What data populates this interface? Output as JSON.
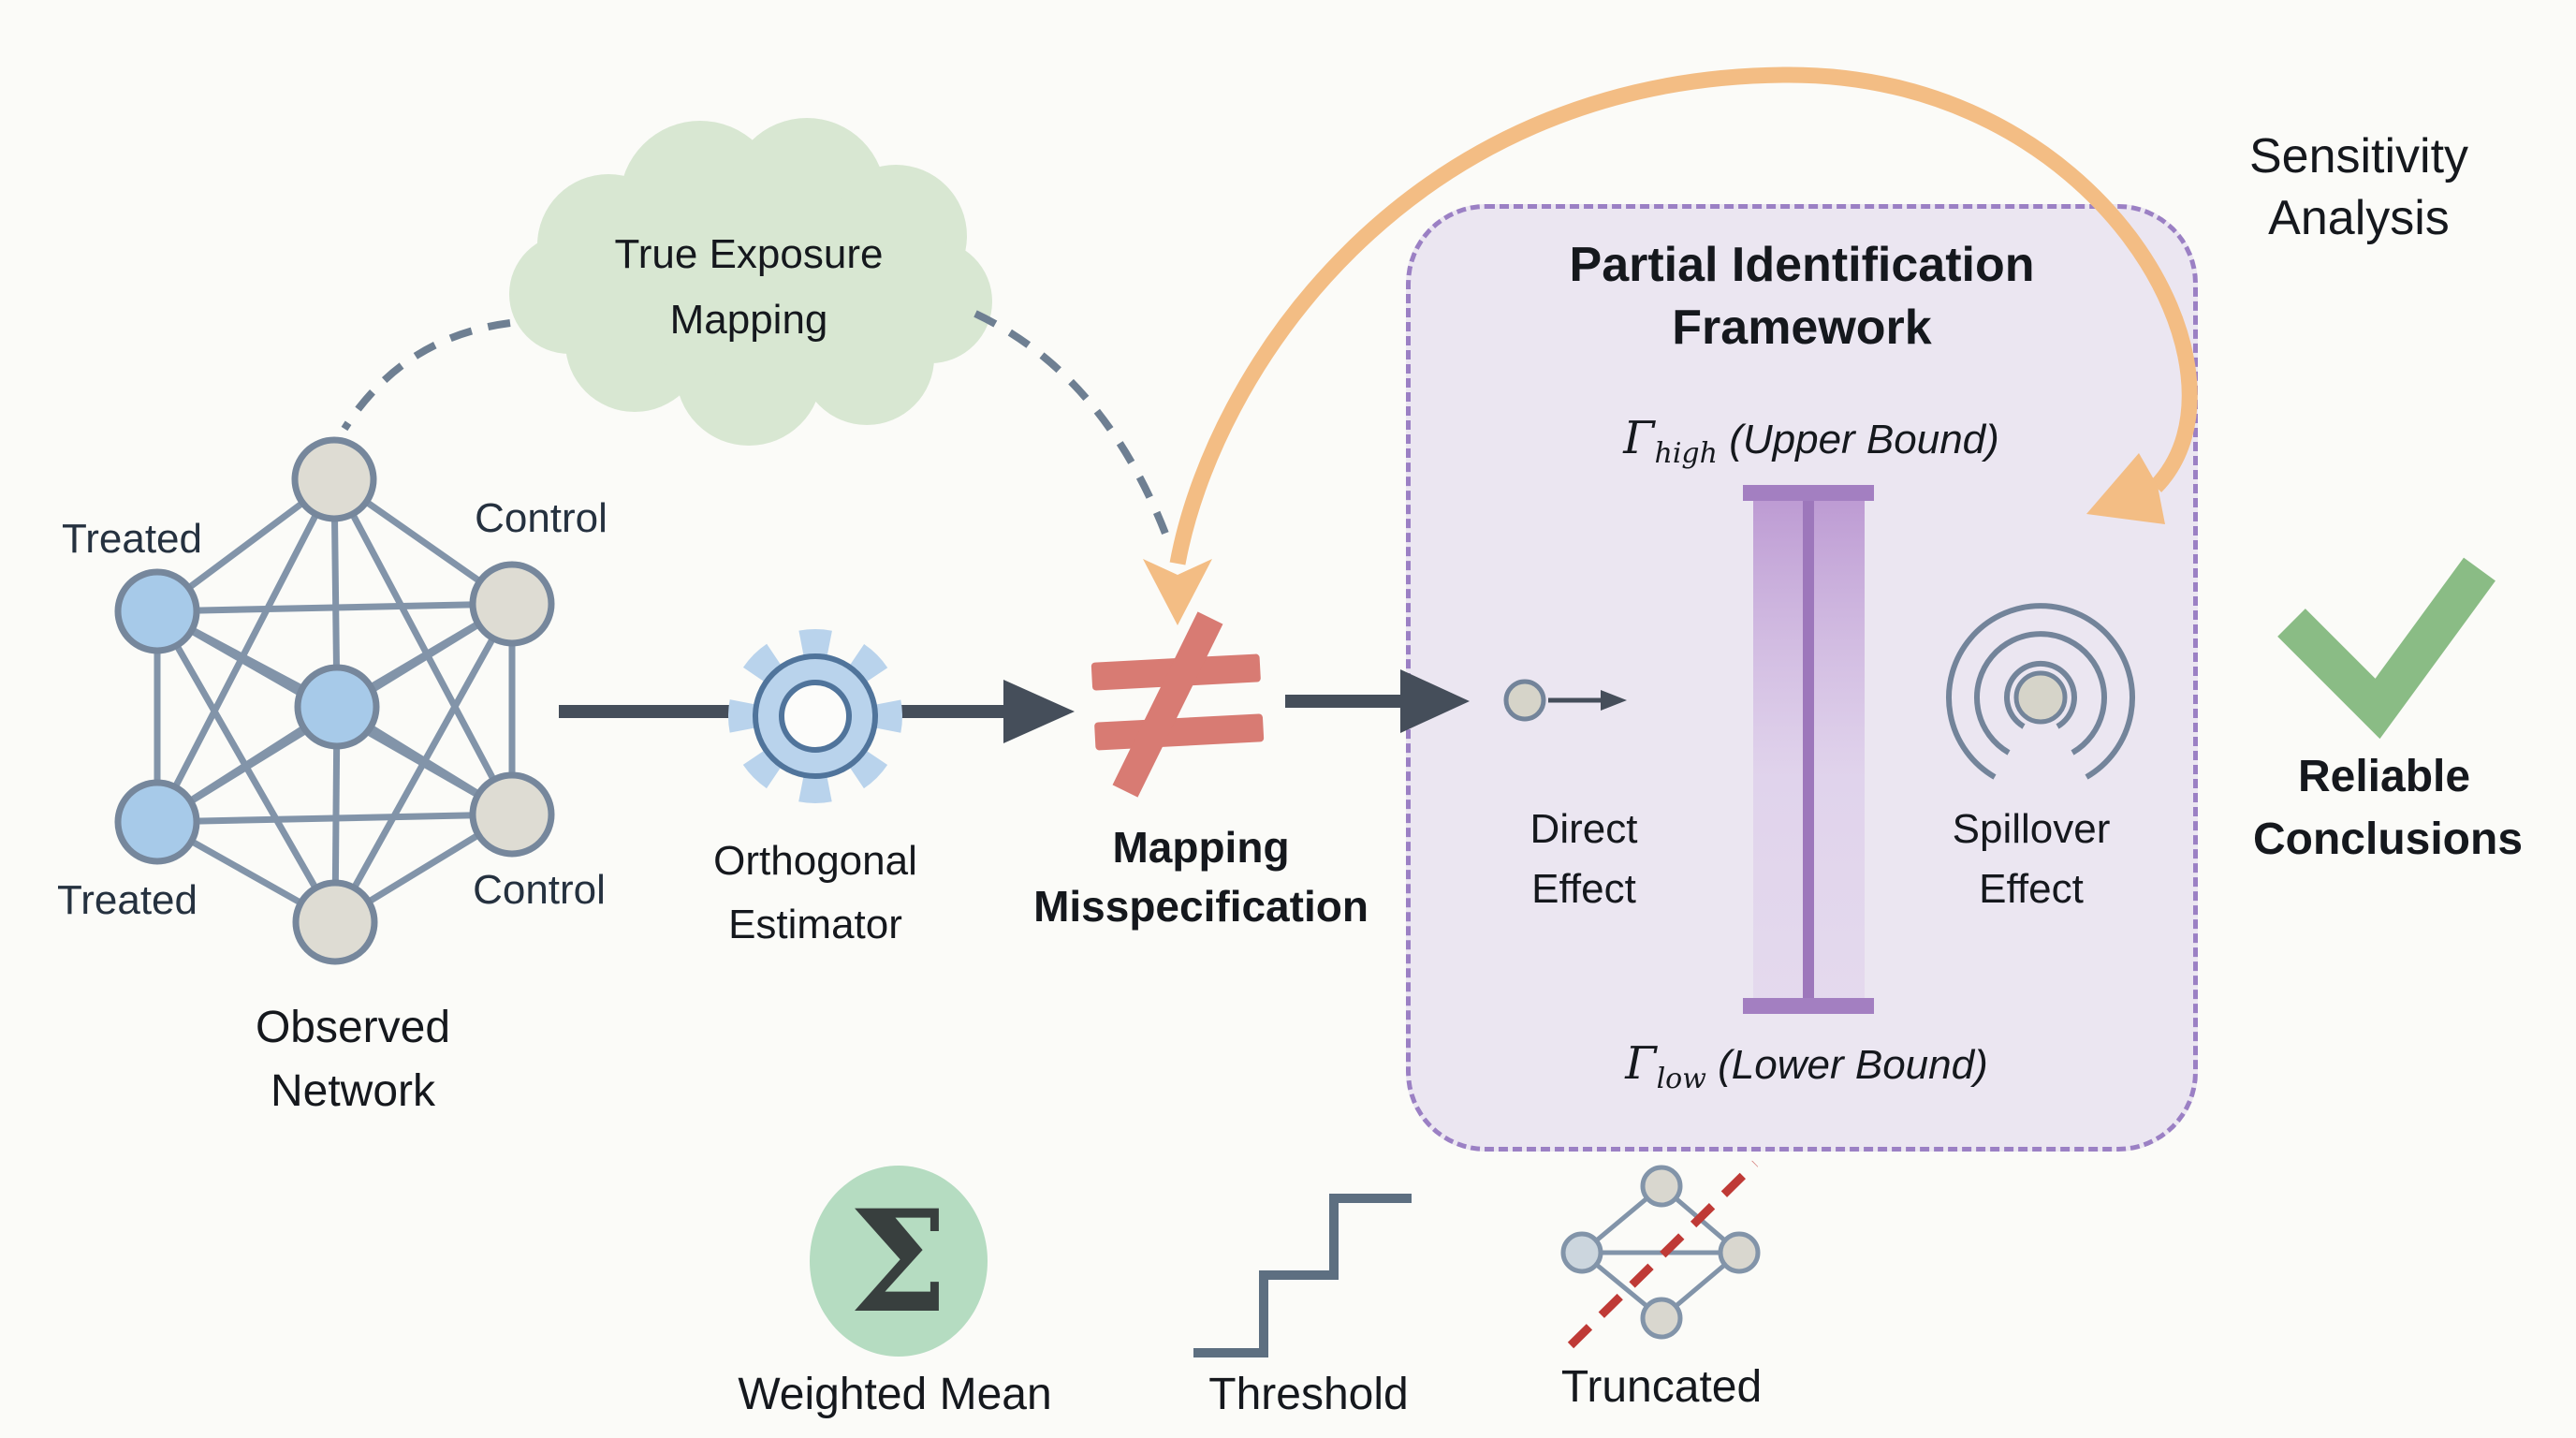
{
  "cloud": {
    "line1": "True Exposure",
    "line2": "Mapping"
  },
  "network": {
    "label_treated_top": "Treated",
    "label_control_top": "Control",
    "label_treated_bottom": "Treated",
    "label_control_bottom": "Control",
    "caption_line1": "Observed",
    "caption_line2": "Network"
  },
  "estimator": {
    "line1": "Orthogonal",
    "line2": "Estimator"
  },
  "misspecification": {
    "line1": "Mapping",
    "line2": "Misspecification",
    "symbol": "not-equal"
  },
  "framework": {
    "title_line1": "Partial Identification",
    "title_line2": "Framework",
    "upper_bound": {
      "gamma": "Γ",
      "sub": "high",
      "rest": " (Upper Bound)"
    },
    "lower_bound": {
      "gamma": "Γ",
      "sub": "low",
      "rest": " (Lower Bound)"
    },
    "direct": {
      "line1": "Direct",
      "line2": "Effect"
    },
    "spillover": {
      "line1": "Spillover",
      "line2": "Effect"
    }
  },
  "sensitivity": {
    "line1": "Sensitivity",
    "line2": "Analysis"
  },
  "conclusion": {
    "line1": "Reliable",
    "line2": "Conclusions"
  },
  "legend": {
    "weighted_mean": "Weighted Mean",
    "threshold": "Threshold",
    "truncated": "Truncated",
    "sigma_glyph": "Σ"
  },
  "colors": {
    "treated_node": "#a7cae9",
    "control_node": "#dedcd3",
    "edge": "#8294a9",
    "flow_arrow": "#454e5a",
    "gear": "#b9d3ec",
    "not_equal": "#d87b73",
    "sensitivity_arrow": "#f3bd84",
    "framework_bg": "#ebe6f1",
    "framework_border": "#9b80c4",
    "bound_bar": "#9d77bb",
    "check_green": "#8abc85",
    "cloud_green": "#d8e7d2",
    "sigma_bg": "#b5dcc1",
    "cut_line_red": "#bf3a36"
  }
}
